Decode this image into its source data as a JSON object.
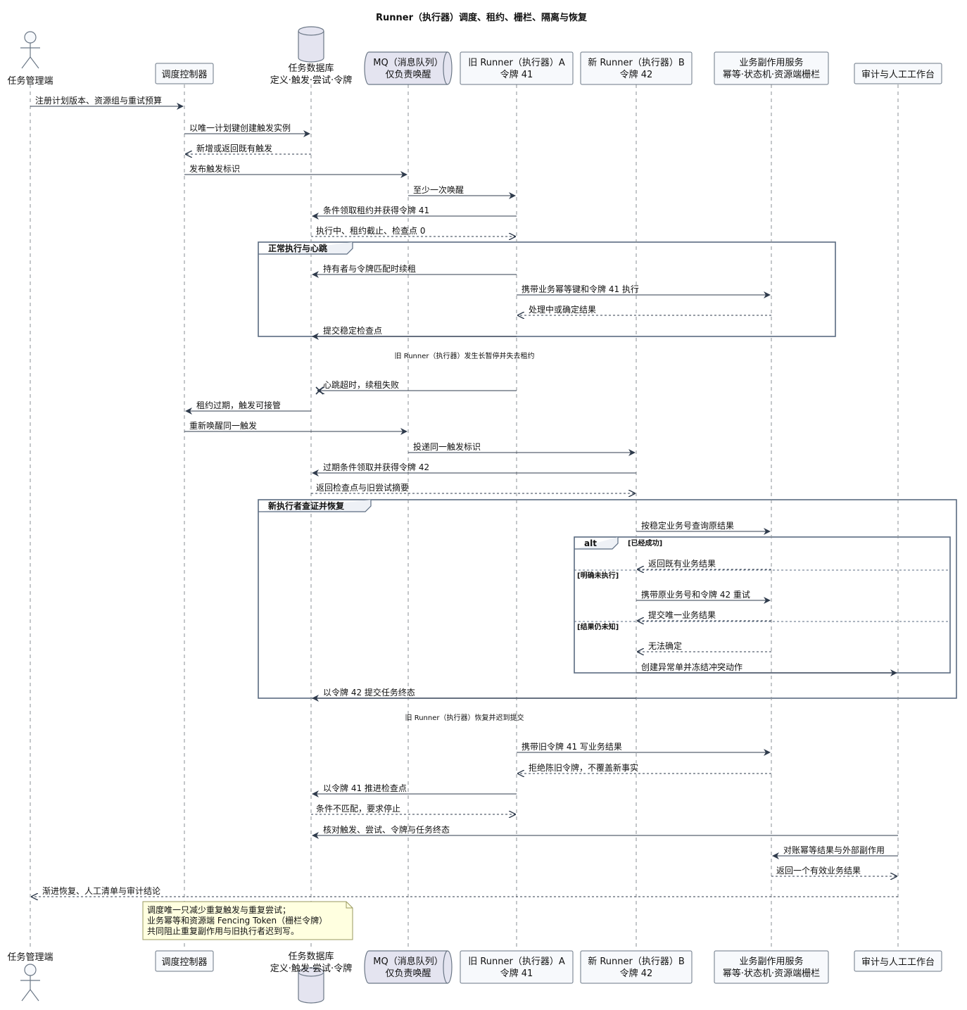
{
  "title": "Runner（执行器）调度、租约、栅栏、隔离与恢复",
  "participants": [
    {
      "id": "admin",
      "kind": "actor",
      "lines": [
        "任务管理端"
      ]
    },
    {
      "id": "scheduler",
      "kind": "box",
      "lines": [
        "调度控制器"
      ]
    },
    {
      "id": "db",
      "kind": "database",
      "lines": [
        "任务数据库",
        "定义·触发·尝试·令牌"
      ]
    },
    {
      "id": "mq",
      "kind": "queue",
      "lines": [
        "MQ（消息队列）",
        "仅负责唤醒"
      ]
    },
    {
      "id": "runnerA",
      "kind": "box",
      "lines": [
        "旧 Runner（执行器）A",
        "令牌 41"
      ]
    },
    {
      "id": "runnerB",
      "kind": "box",
      "lines": [
        "新 Runner（执行器）B",
        "令牌 42"
      ]
    },
    {
      "id": "biz",
      "kind": "box",
      "lines": [
        "业务副作用服务",
        "幂等·状态机·资源端栅栏"
      ]
    },
    {
      "id": "audit",
      "kind": "box",
      "lines": [
        "审计与人工工作台"
      ]
    }
  ],
  "messages": [
    {
      "from": "admin",
      "to": "scheduler",
      "text": "注册计划版本、资源组与重试预算",
      "style": "solid"
    },
    {
      "from": "scheduler",
      "to": "db",
      "text": "以唯一计划键创建触发实例",
      "style": "solid"
    },
    {
      "from": "db",
      "to": "scheduler",
      "text": "新增或返回既有触发",
      "style": "dashed"
    },
    {
      "from": "scheduler",
      "to": "mq",
      "text": "发布触发标识",
      "style": "solid"
    },
    {
      "from": "mq",
      "to": "runnerA",
      "text": "至少一次唤醒",
      "style": "solid"
    },
    {
      "from": "runnerA",
      "to": "db",
      "text": "条件领取租约并获得令牌 41",
      "style": "solid"
    },
    {
      "from": "db",
      "to": "runnerA",
      "text": "执行中、租约截止、检查点 0",
      "style": "dashed"
    },
    {
      "from": "runnerA",
      "to": "db",
      "text": "持有者与令牌匹配时续租",
      "style": "solid"
    },
    {
      "from": "runnerA",
      "to": "biz",
      "text": "携带业务幂等键和令牌 41 执行",
      "style": "solid"
    },
    {
      "from": "biz",
      "to": "runnerA",
      "text": "处理中或确定结果",
      "style": "dashed"
    },
    {
      "from": "runnerA",
      "to": "db",
      "text": "提交稳定检查点",
      "style": "solid"
    },
    {
      "from": "runnerA",
      "to": "db",
      "text": "心跳超时，续租失败",
      "style": "lost"
    },
    {
      "from": "db",
      "to": "scheduler",
      "text": "租约过期，触发可接管",
      "style": "solid"
    },
    {
      "from": "scheduler",
      "to": "mq",
      "text": "重新唤醒同一触发",
      "style": "solid"
    },
    {
      "from": "mq",
      "to": "runnerB",
      "text": "投递同一触发标识",
      "style": "solid"
    },
    {
      "from": "runnerB",
      "to": "db",
      "text": "过期条件领取并获得令牌 42",
      "style": "solid"
    },
    {
      "from": "db",
      "to": "runnerB",
      "text": "返回检查点与旧尝试摘要",
      "style": "dashed"
    },
    {
      "from": "runnerB",
      "to": "biz",
      "text": "按稳定业务号查询原结果",
      "style": "solid"
    },
    {
      "from": "biz",
      "to": "runnerB",
      "text": "返回既有业务结果",
      "style": "dashed"
    },
    {
      "from": "runnerB",
      "to": "biz",
      "text": "携带原业务号和令牌 42 重试",
      "style": "solid"
    },
    {
      "from": "biz",
      "to": "runnerB",
      "text": "提交唯一业务结果",
      "style": "dashed"
    },
    {
      "from": "biz",
      "to": "runnerB",
      "text": "无法确定",
      "style": "dashed"
    },
    {
      "from": "runnerB",
      "to": "audit",
      "text": "创建异常单并冻结冲突动作",
      "style": "solid"
    },
    {
      "from": "runnerB",
      "to": "db",
      "text": "以令牌 42 提交任务终态",
      "style": "solid"
    },
    {
      "from": "runnerA",
      "to": "biz",
      "text": "携带旧令牌 41 写业务结果",
      "style": "solid"
    },
    {
      "from": "biz",
      "to": "runnerA",
      "text": "拒绝陈旧令牌，不覆盖新事实",
      "style": "dashed"
    },
    {
      "from": "runnerA",
      "to": "db",
      "text": "以令牌 41 推进检查点",
      "style": "solid"
    },
    {
      "from": "db",
      "to": "runnerA",
      "text": "条件不匹配，要求停止",
      "style": "dashed"
    },
    {
      "from": "audit",
      "to": "db",
      "text": "核对触发、尝试、令牌与任务终态",
      "style": "solid"
    },
    {
      "from": "audit",
      "to": "biz",
      "text": "对账幂等结果与外部副作用",
      "style": "solid"
    },
    {
      "from": "biz",
      "to": "audit",
      "text": "返回一个有效业务结果",
      "style": "dashed"
    },
    {
      "from": "audit",
      "to": "admin",
      "text": "渐进恢复、人工清单与审计结论",
      "style": "dashed"
    }
  ],
  "groups": [
    {
      "id": "g1",
      "label": "正常执行与心跳"
    },
    {
      "id": "g2",
      "label": "新执行者查证并恢复"
    }
  ],
  "alt": {
    "keyword": "alt",
    "branches": [
      {
        "condition": "[已经成功]"
      },
      {
        "condition": "[明确未执行]"
      },
      {
        "condition": "[结果仍未知]"
      }
    ]
  },
  "dividers": [
    "旧 Runner（执行器）发生长暂停并失去租约",
    "旧 Runner（执行器）恢复并迟到提交"
  ],
  "note": [
    "调度唯一只减少重复触发与重复尝试；",
    "业务幂等和资源端 Fencing Token（栅栏令牌）",
    "共同阻止重复副作用与旧执行者迟到写。"
  ],
  "colors": {
    "line": "#2f3b4c",
    "lifeline": "#8a8f96",
    "box_fill": "#f7f9fc",
    "box_stroke": "#6b7786",
    "queue_fill": "#e4e4f0",
    "frame_stroke": "#5a6b80",
    "note_fill": "#ffffe0",
    "note_stroke": "#9a9a60"
  }
}
